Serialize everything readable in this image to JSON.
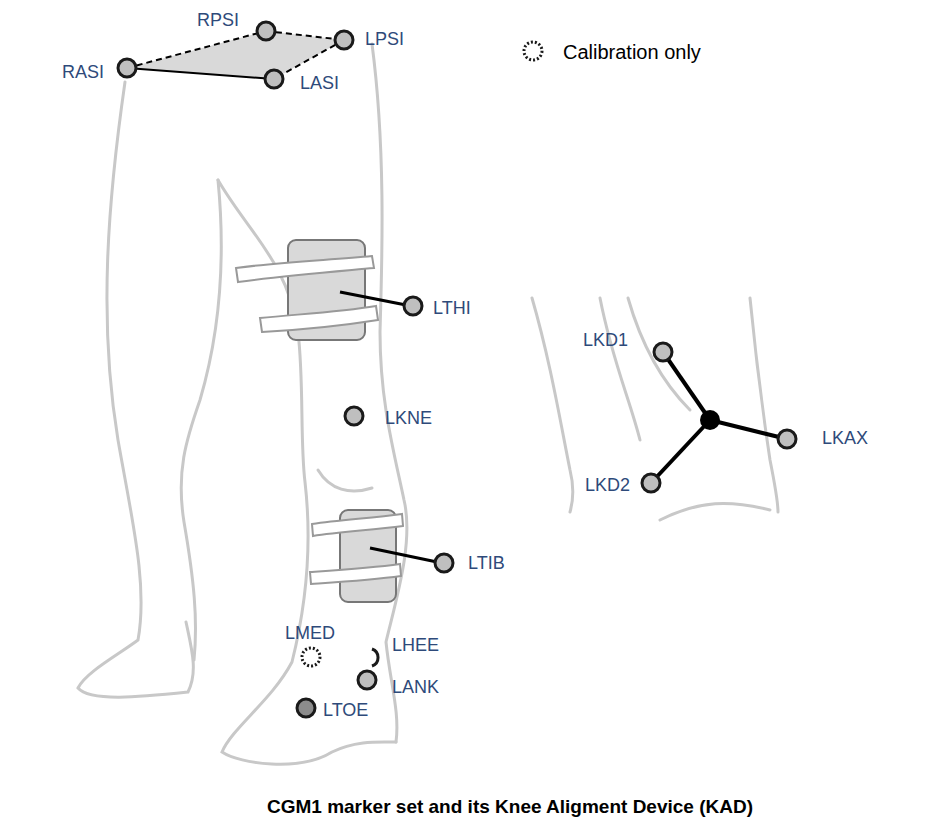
{
  "diagram": {
    "caption": "CGM1 marker set and its Knee Aligment Device (KAD)",
    "labels": [
      "RPSI",
      "LPSI",
      "RASI",
      "LASI",
      "LTHI",
      "LKNE",
      "LKD1",
      "LKD2",
      "LKAX",
      "LTIB",
      "LMED",
      "LHEE",
      "LANK",
      "LTOE"
    ],
    "legend": [
      {
        "text": "Calibration only"
      }
    ]
  }
}
